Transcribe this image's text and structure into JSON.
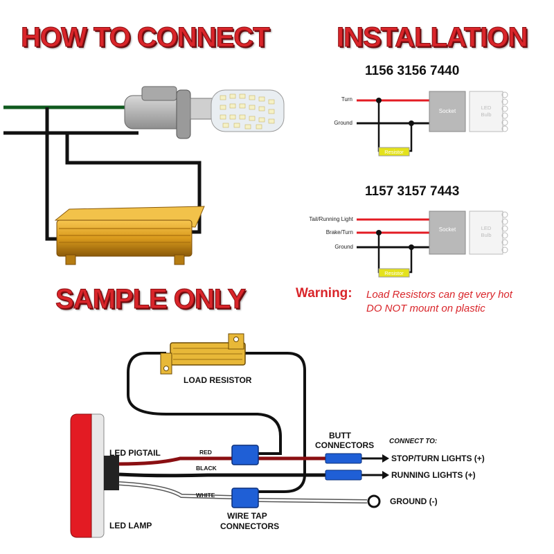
{
  "titles": {
    "how_to_connect": "HOW TO CONNECT",
    "installation": "INSTALLATION",
    "sample_only": "SAMPLE ONLY"
  },
  "install_single": {
    "codes": "1156 3156 7440",
    "labels": [
      "Turn",
      "Ground"
    ],
    "socket": "Socket",
    "led_bulb": [
      "LED",
      "Bulb"
    ],
    "resistor": "Resistor"
  },
  "install_dual": {
    "codes": "1157 3157 7443",
    "labels": [
      "Tail/Running Light",
      "Brake/Turn",
      "Ground"
    ],
    "socket": "Socket",
    "led_bulb": [
      "LED",
      "Bulb"
    ],
    "resistor": "Resistor"
  },
  "warning": {
    "title": "Warning:",
    "line1": "Load Resistors can get very hot",
    "line2": "DO NOT mount on plastic"
  },
  "wiring": {
    "load_resistor": "LOAD RESISTOR",
    "led_pigtail": "LED PIGTAIL",
    "led_lamp": "LED LAMP",
    "red": "RED",
    "black": "BLACK",
    "white": "WHITE",
    "butt_connectors": [
      "BUTT",
      "CONNECTORS"
    ],
    "wire_tap_connectors": [
      "WIRE TAP",
      "CONNECTORS"
    ],
    "connect_to": "CONNECT TO:",
    "destinations": [
      "STOP/TURN LIGHTS (+)",
      "RUNNING LIGHTS (+)",
      "GROUND (-)"
    ]
  },
  "colors": {
    "title_red": "#d9252a",
    "wire_red": "#e31b23",
    "wire_black": "#111111",
    "wire_green": "#0f5a1e",
    "socket_gray": "#b9b9b9",
    "resistor_yellow": "#e4e21c",
    "resistor_gold": "#d99a1c",
    "connector_blue": "#1f5fd6"
  }
}
